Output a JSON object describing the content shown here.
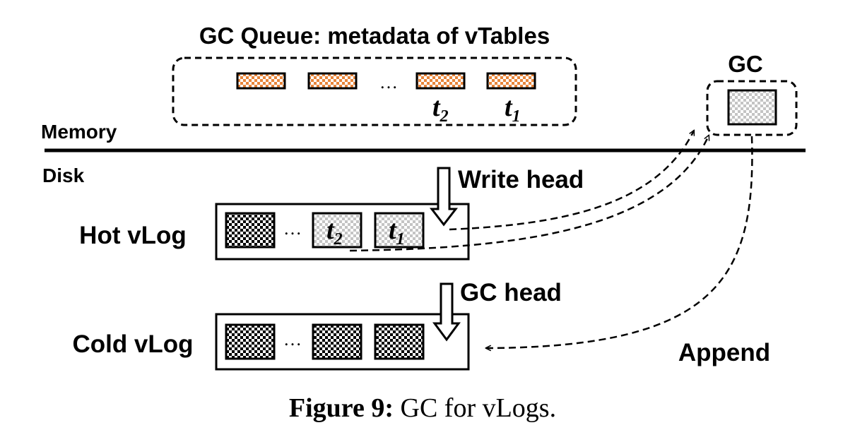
{
  "queue": {
    "title": "GC Queue: metadata of vTables",
    "ellipsis": "…",
    "labels": [
      {
        "base": "t",
        "sub": "2"
      },
      {
        "base": "t",
        "sub": "1"
      }
    ]
  },
  "gc": {
    "title": "GC"
  },
  "memory_label": "Memory",
  "disk_label": "Disk",
  "hot_vlog": {
    "label": "Hot vLog",
    "ellipsis": "…",
    "head_label": "Write head",
    "blocks": [
      {
        "base": "t",
        "sub": "2"
      },
      {
        "base": "t",
        "sub": "1"
      }
    ]
  },
  "cold_vlog": {
    "label": "Cold vLog",
    "ellipsis": "…",
    "head_label": "GC head"
  },
  "append_label": "Append",
  "caption": {
    "prefix": "Figure 9:",
    "text": " GC for vLogs."
  },
  "colors": {
    "queue_item": "#e8853a",
    "gc_block": "#c8c8c8",
    "cold_block": "#000000"
  }
}
